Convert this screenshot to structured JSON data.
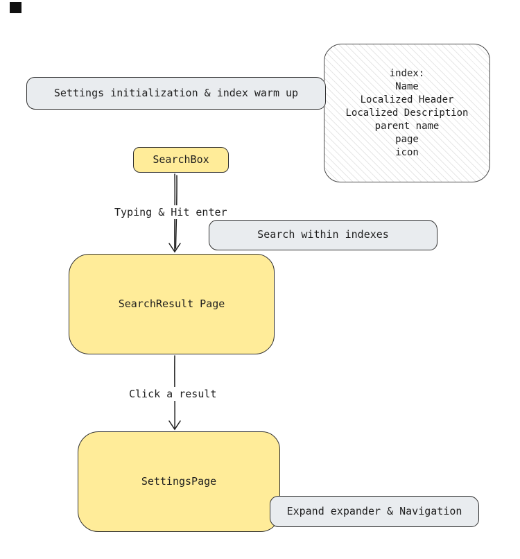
{
  "nodes": {
    "init": {
      "label": "Settings initialization & index warm up"
    },
    "search_box": {
      "label": "SearchBox"
    },
    "search_within": {
      "label": "Search within indexes"
    },
    "search_result": {
      "label": "SearchResult Page"
    },
    "settings_page": {
      "label": "SettingsPage"
    },
    "expand_nav": {
      "label": "Expand expander & Navigation"
    }
  },
  "note": {
    "lines": [
      "index:",
      "Name",
      "Localized Header",
      "Localized Description",
      "parent name",
      "page",
      "icon"
    ]
  },
  "edges": {
    "typing": {
      "label": "Typing & Hit enter"
    },
    "click": {
      "label": "Click a result"
    }
  },
  "colors": {
    "yellow": "#ffec99",
    "gray": "#e9ecef",
    "stroke": "#1e1e1e"
  }
}
